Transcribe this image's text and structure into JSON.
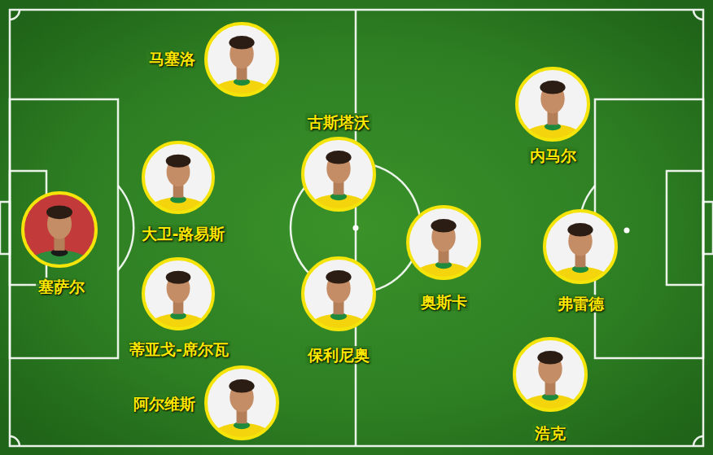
{
  "diagram": {
    "nodes": [
      {
        "text": [
          "塞萨尔"
        ]
      },
      {
        "text": [
          "马塞洛"
        ]
      },
      {
        "text": [
          "大卫-路易斯"
        ]
      },
      {
        "text": [
          "蒂亚戈-席尔瓦"
        ]
      },
      {
        "text": [
          "阿尔维斯"
        ]
      },
      {
        "text": [
          "古斯塔沃"
        ]
      },
      {
        "text": [
          "保利尼奥"
        ]
      },
      {
        "text": [
          "奥斯卡"
        ]
      },
      {
        "text": [
          "内马尔"
        ]
      },
      {
        "text": [
          "弗雷德"
        ]
      },
      {
        "text": [
          "浩克"
        ]
      }
    ]
  }
}
